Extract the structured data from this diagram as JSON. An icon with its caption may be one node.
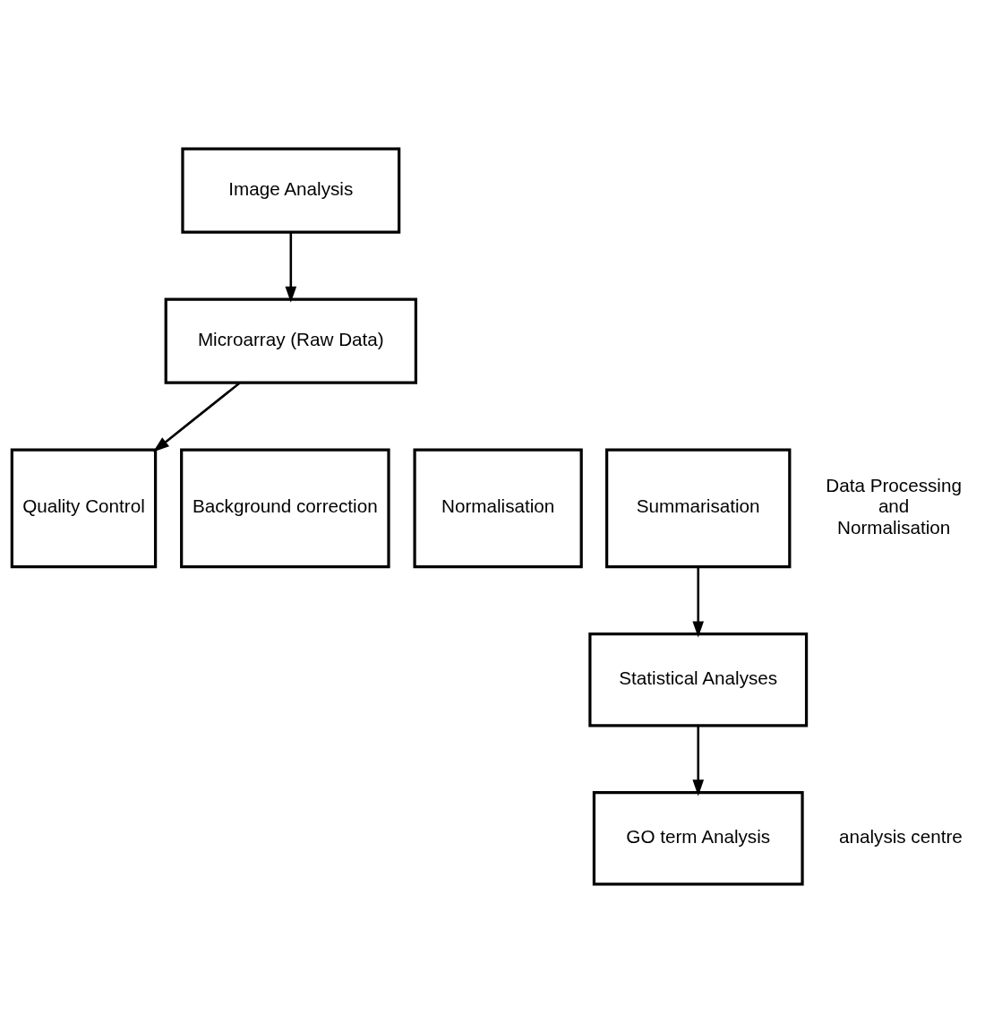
{
  "diagram": {
    "nodes": [
      {
        "text": [
          "Image Analysis"
        ]
      },
      {
        "text": [
          "Microarray (Raw Data)"
        ]
      },
      {
        "text": [
          "Quality Control"
        ]
      },
      {
        "text": [
          "Background correction"
        ]
      },
      {
        "text": [
          "Normalisation"
        ]
      },
      {
        "text": [
          "Summarisation"
        ]
      },
      {
        "text": [
          "Statistical Analyses"
        ]
      },
      {
        "text": [
          "GO term Analysis"
        ],
        "beside": [
          "analysis centre"
        ]
      }
    ],
    "edges": [
      {
        "from": 0,
        "to": 1,
        "arrow": "to"
      },
      {
        "from": 1,
        "to": 2,
        "arrow": "to"
      },
      {
        "from": 5,
        "to": 6,
        "arrow": "to"
      },
      {
        "from": 6,
        "to": 7,
        "arrow": "to"
      }
    ],
    "labels": [
      "Data Processing and Normalisation"
    ]
  }
}
